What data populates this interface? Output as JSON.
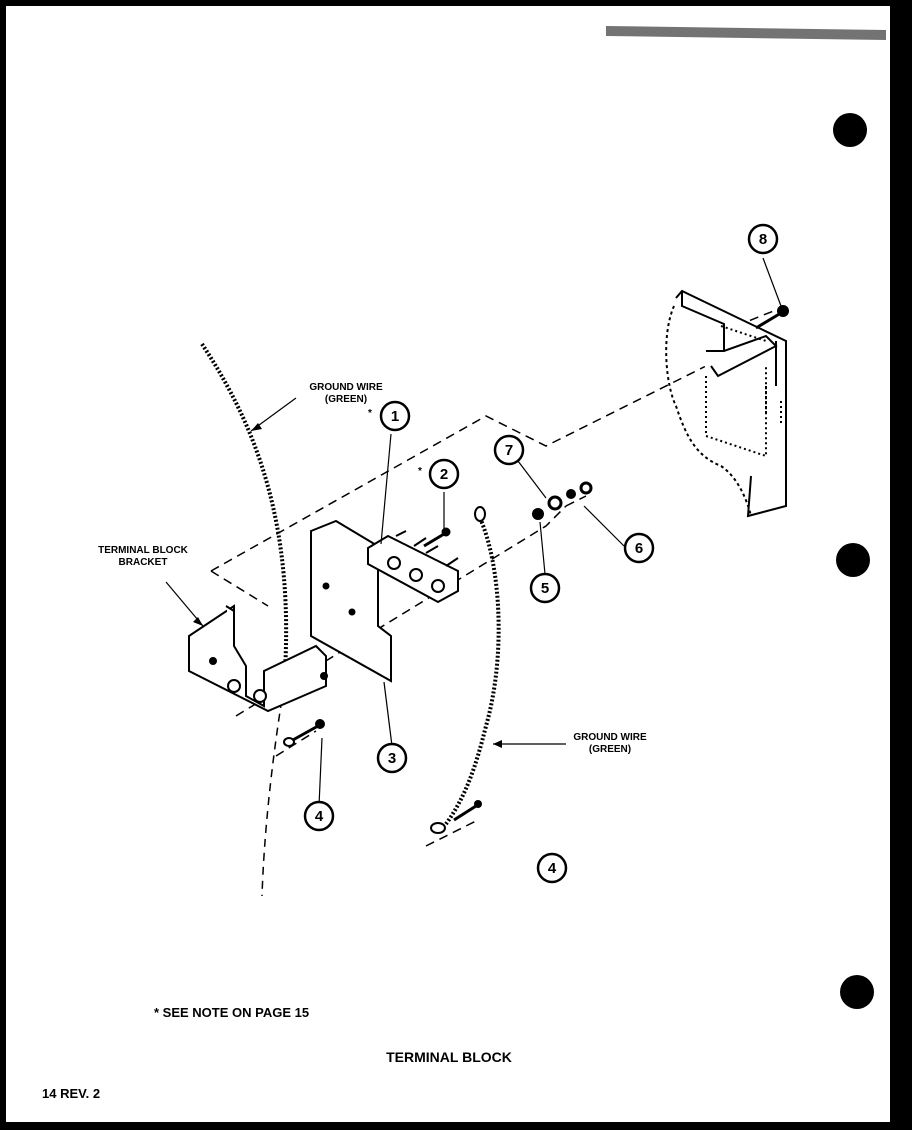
{
  "header_text": "",
  "diagram_title": "TERMINAL BLOCK",
  "footnote": "* SEE NOTE ON PAGE 15",
  "page_number": "14 REV. 2",
  "labels": {
    "ground_wire_top_line1": "GROUND WIRE",
    "ground_wire_top_line2": "(GREEN)",
    "ground_wire_bottom_line1": "GROUND WIRE",
    "ground_wire_bottom_line2": "(GREEN)",
    "bracket_line1": "TERMINAL BLOCK",
    "bracket_line2": "BRACKET",
    "asterisk": "*"
  },
  "callouts": [
    "1",
    "2",
    "3",
    "4",
    "4",
    "5",
    "6",
    "7",
    "8"
  ]
}
